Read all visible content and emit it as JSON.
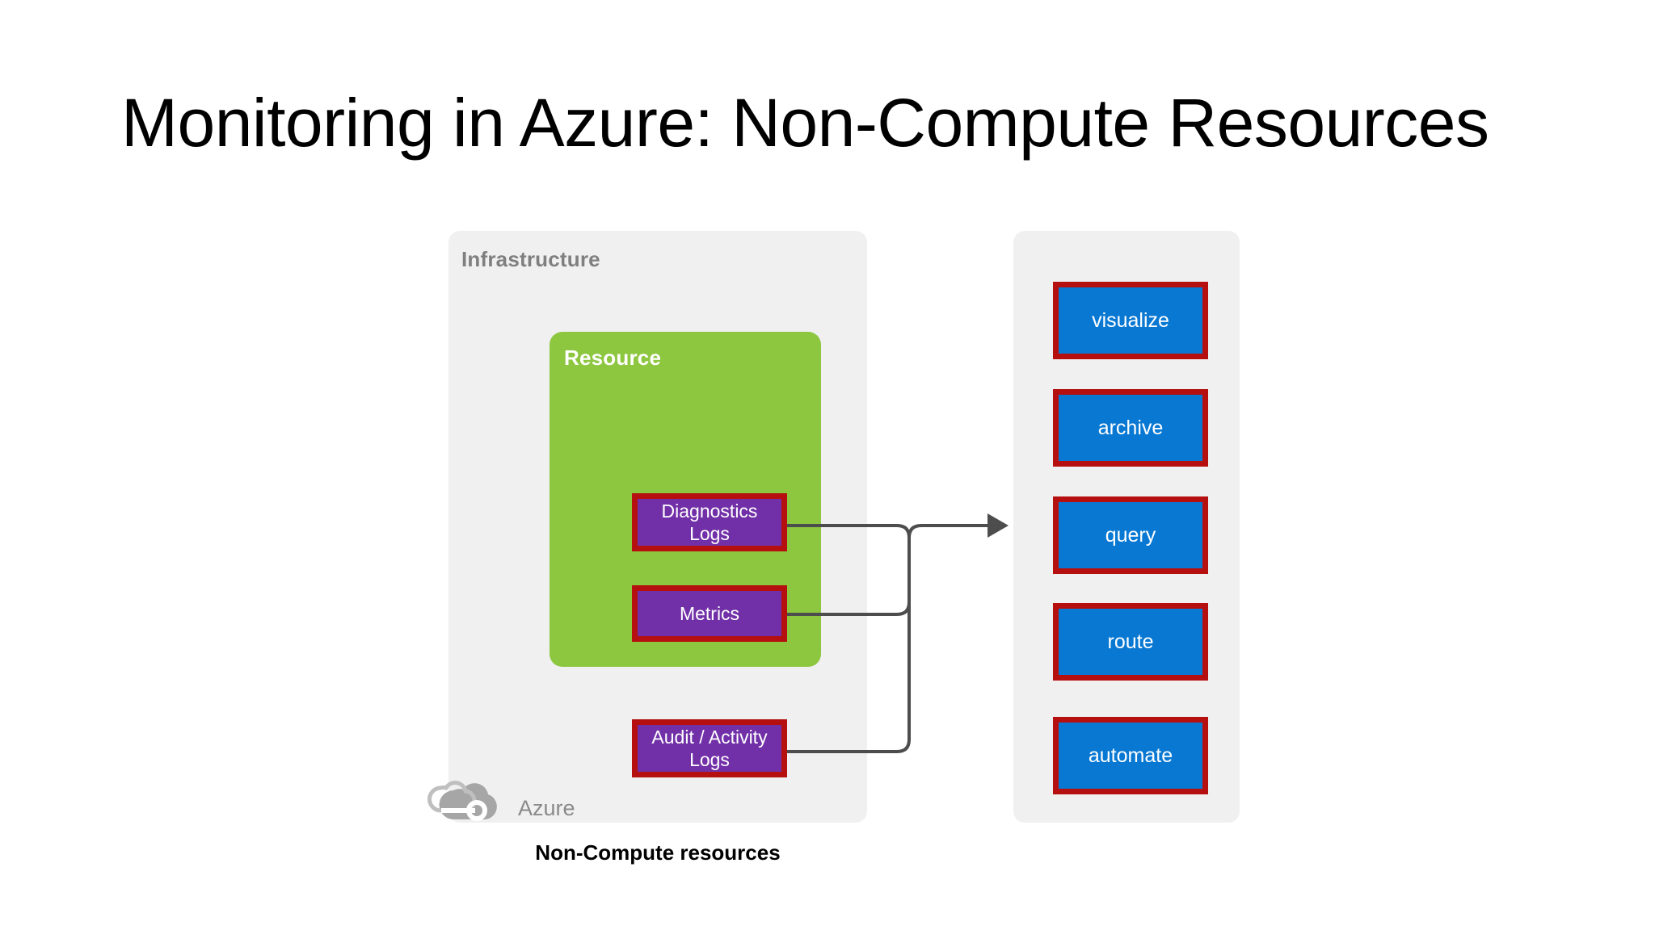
{
  "slide": {
    "title": "Monitoring in Azure: Non-Compute Resources",
    "caption": "Non-Compute resources"
  },
  "infrastructure": {
    "label": "Infrastructure",
    "resource": {
      "label": "Resource",
      "sources": [
        {
          "id": "diagnostics-logs",
          "label": "Diagnostics Logs"
        },
        {
          "id": "metrics",
          "label": "Metrics"
        }
      ]
    },
    "external_sources": [
      {
        "id": "audit-activity-logs",
        "label": "Audit / Activity Logs"
      }
    ],
    "branding": {
      "icon": "azure-cloud-icon",
      "wordmark": "Azure"
    }
  },
  "destinations": {
    "items": [
      {
        "id": "visualize",
        "label": "visualize"
      },
      {
        "id": "archive",
        "label": "archive"
      },
      {
        "id": "query",
        "label": "query"
      },
      {
        "id": "route",
        "label": "route"
      },
      {
        "id": "automate",
        "label": "automate"
      }
    ]
  },
  "colors": {
    "panel_background": "#f0f0f0",
    "resource_green": "#8dc63f",
    "source_purple": "#7230a8",
    "box_border_red": "#b50f0f",
    "destination_blue": "#0878d2",
    "connector_gray": "#4d4d4d",
    "label_gray": "#7f7f7f",
    "slide_background": "#ffffff"
  }
}
